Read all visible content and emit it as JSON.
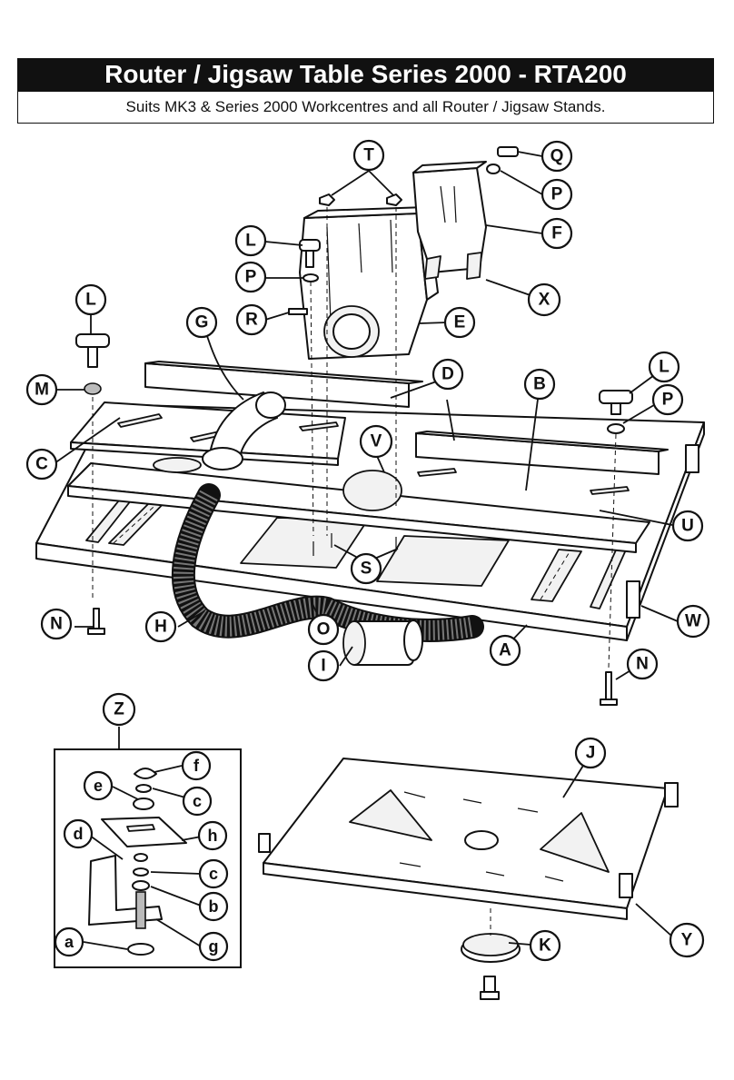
{
  "header": {
    "title": "Router / Jigsaw Table Series 2000 - RTA200",
    "subtitle": "Suits MK3 & Series 2000 Workcentres and all Router / Jigsaw Stands."
  },
  "callouts": {
    "T": "T",
    "Q": "Q",
    "P_top": "P",
    "F": "F",
    "L_top": "L",
    "P_mid": "P",
    "X": "X",
    "R": "R",
    "E": "E",
    "L_left": "L",
    "G": "G",
    "M": "M",
    "D": "D",
    "L_right": "L",
    "B": "B",
    "P_right": "P",
    "C": "C",
    "V": "V",
    "U": "U",
    "S": "S",
    "N_left": "N",
    "H": "H",
    "O": "O",
    "W": "W",
    "A": "A",
    "I": "I",
    "N_right": "N",
    "Z": "Z",
    "J": "J",
    "Y": "Y",
    "K": "K",
    "f": "f",
    "e": "e",
    "c_top": "c",
    "h": "h",
    "d": "d",
    "c_mid": "c",
    "b": "b",
    "a": "a",
    "g": "g"
  }
}
